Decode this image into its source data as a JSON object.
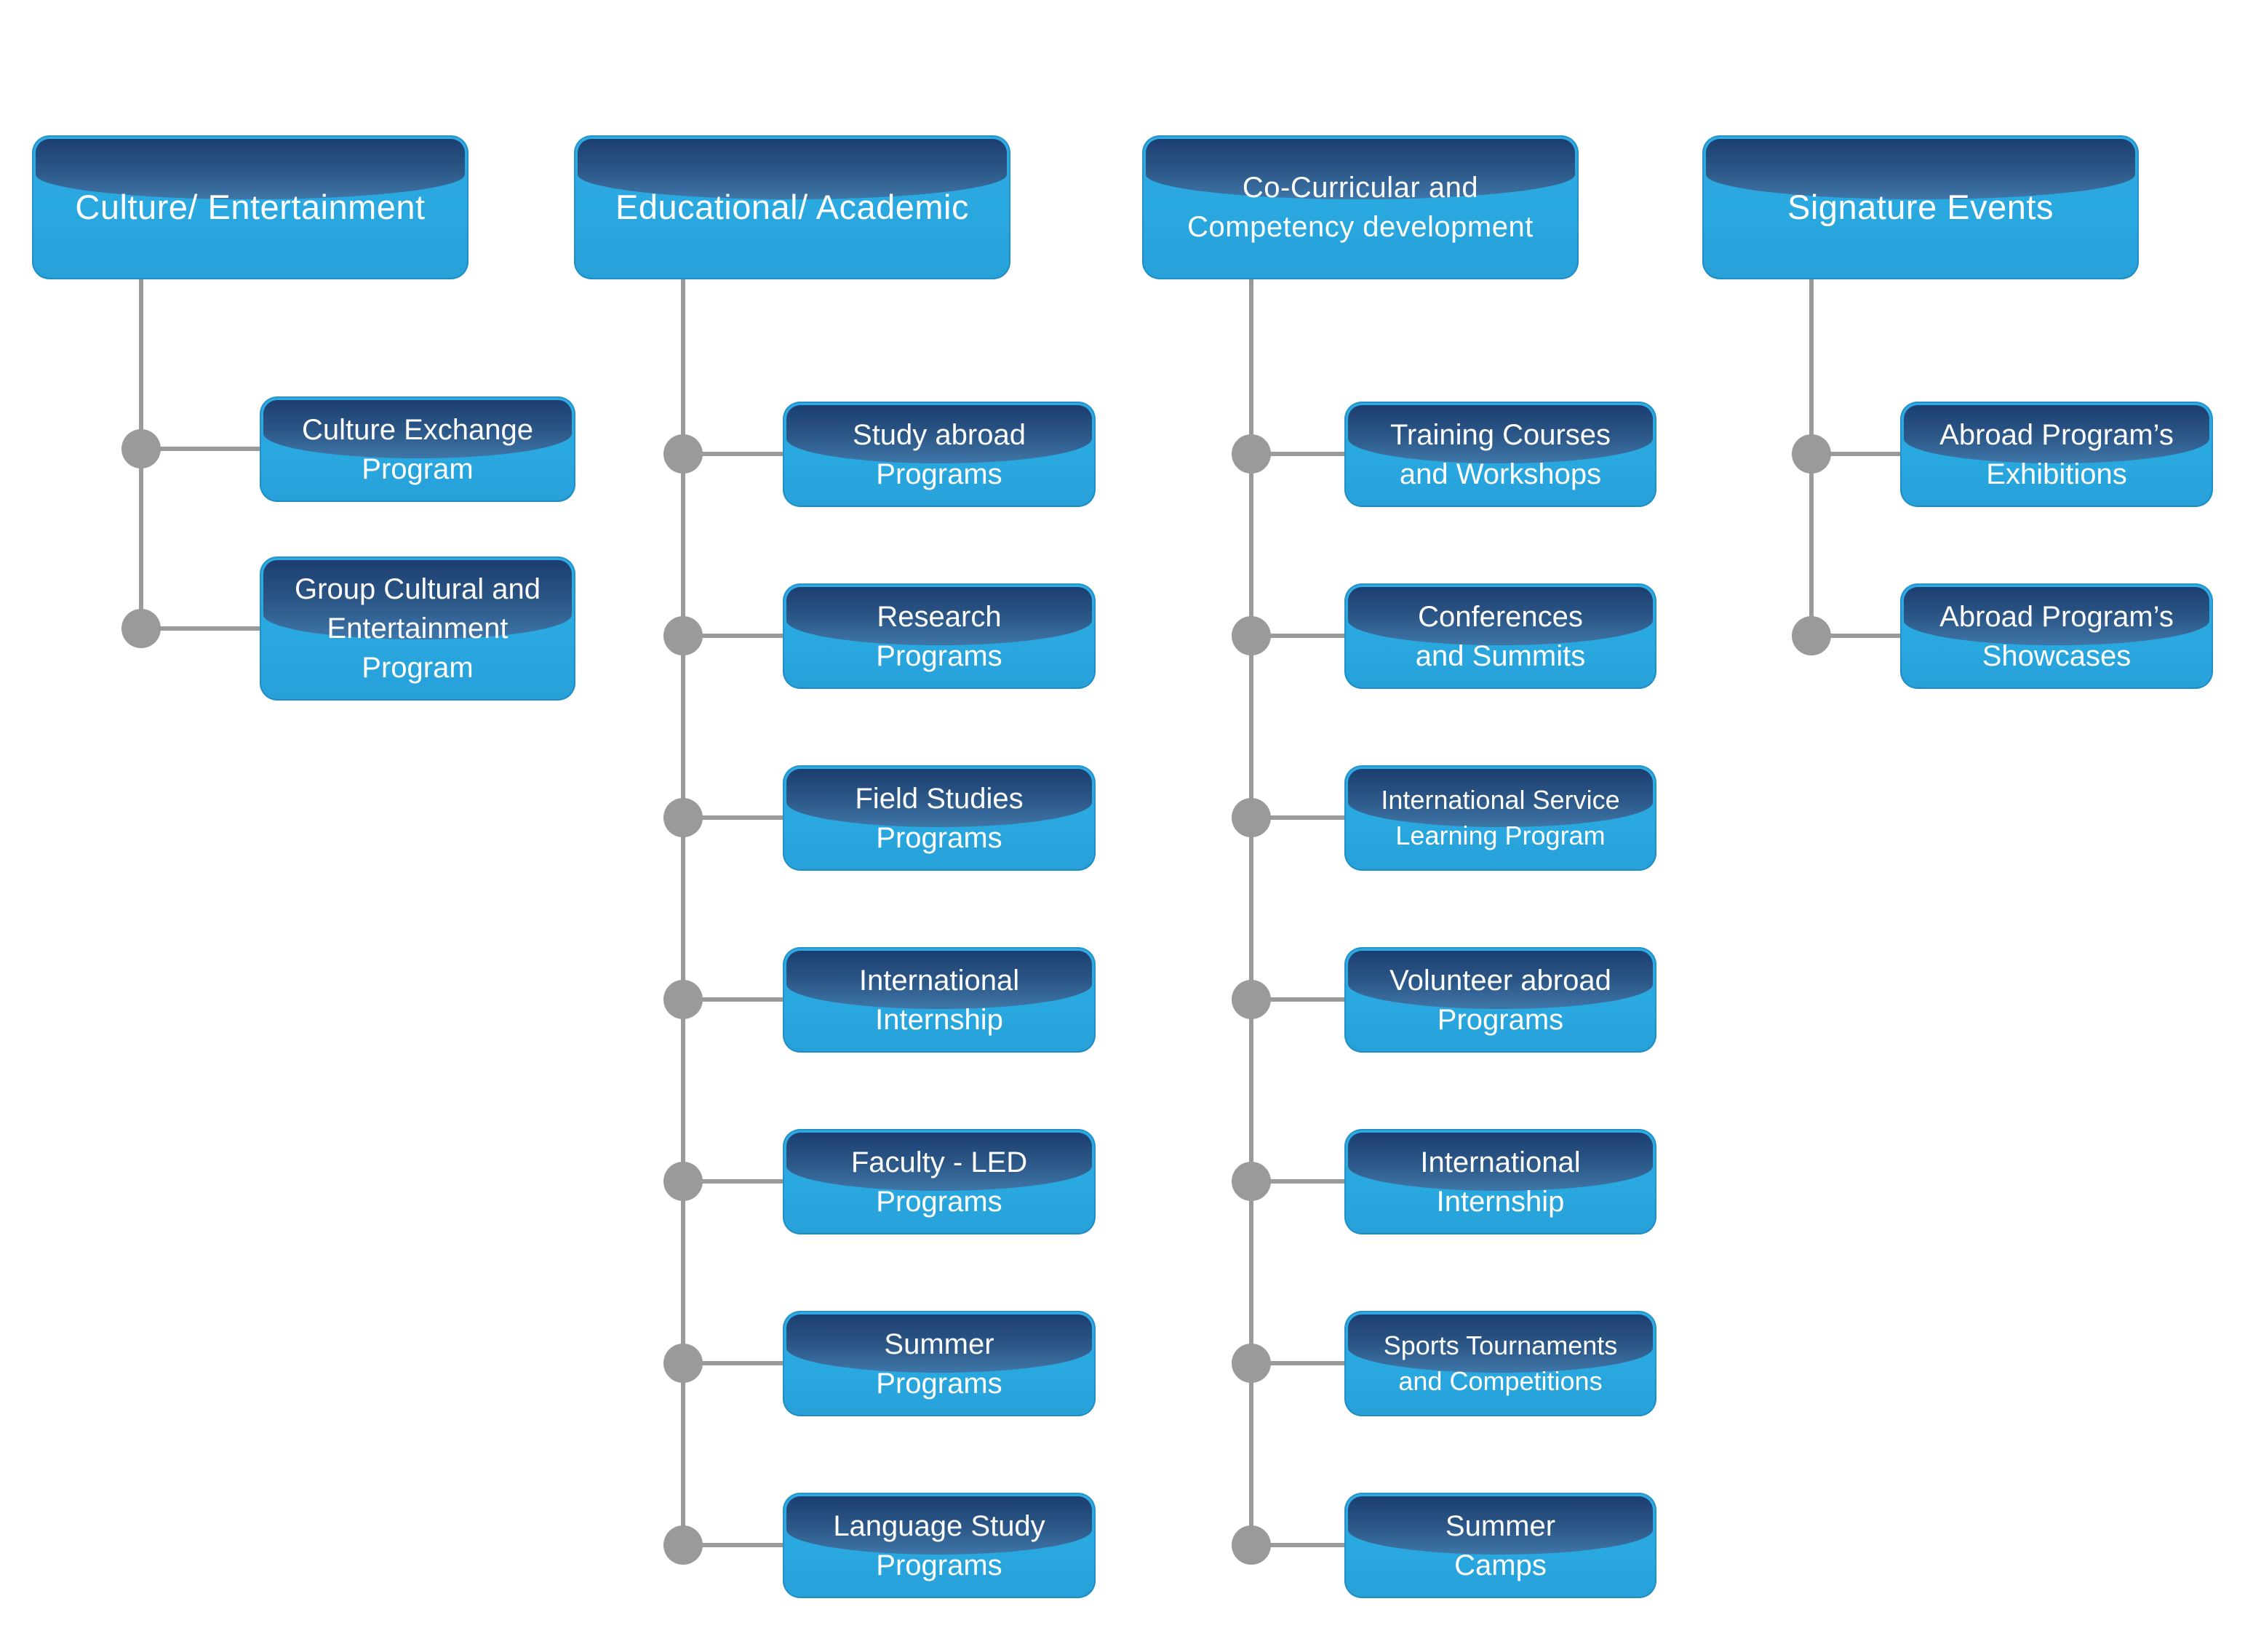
{
  "palette": {
    "canvas_bg": "#ffffff",
    "node_body": "#29a7df",
    "node_body_light": "#2fabe2",
    "gloss_dark": "#1c3e70",
    "gloss_mid": "#2b5787",
    "gloss_light": "#3f76a8",
    "node_text": "#ffffff",
    "connector_gray": "#9a9a9a"
  },
  "chart_data": {
    "type": "org-tree",
    "columns": [
      {
        "title": "Culture/ Entertainment",
        "children": [
          [
            "Culture Exchange",
            "Program"
          ],
          [
            "Group Cultural and",
            "Entertainment",
            "Program"
          ]
        ]
      },
      {
        "title": "Educational/ Academic",
        "children": [
          [
            "Study abroad",
            "Programs"
          ],
          [
            "Research",
            "Programs"
          ],
          [
            "Field Studies",
            "Programs"
          ],
          [
            "International",
            "Internship"
          ],
          [
            "Faculty - LED",
            "Programs"
          ],
          [
            "Summer",
            "Programs"
          ],
          [
            "Language Study",
            "Programs"
          ]
        ]
      },
      {
        "title": [
          "Co-Curricular and",
          "Competency development"
        ],
        "children": [
          [
            "Training Courses",
            "and Workshops"
          ],
          [
            "Conferences",
            "and Summits"
          ],
          [
            "International Service",
            "Learning Program"
          ],
          [
            "Volunteer abroad",
            "Programs"
          ],
          [
            "International",
            "Internship"
          ],
          [
            "Sports Tournaments",
            "and Competitions"
          ],
          [
            "Summer",
            "Camps"
          ]
        ]
      },
      {
        "title": "Signature Events",
        "children": [
          [
            "Abroad Program’s",
            "Exhibitions"
          ],
          [
            "Abroad Program’s",
            "Showcases"
          ]
        ]
      }
    ]
  }
}
